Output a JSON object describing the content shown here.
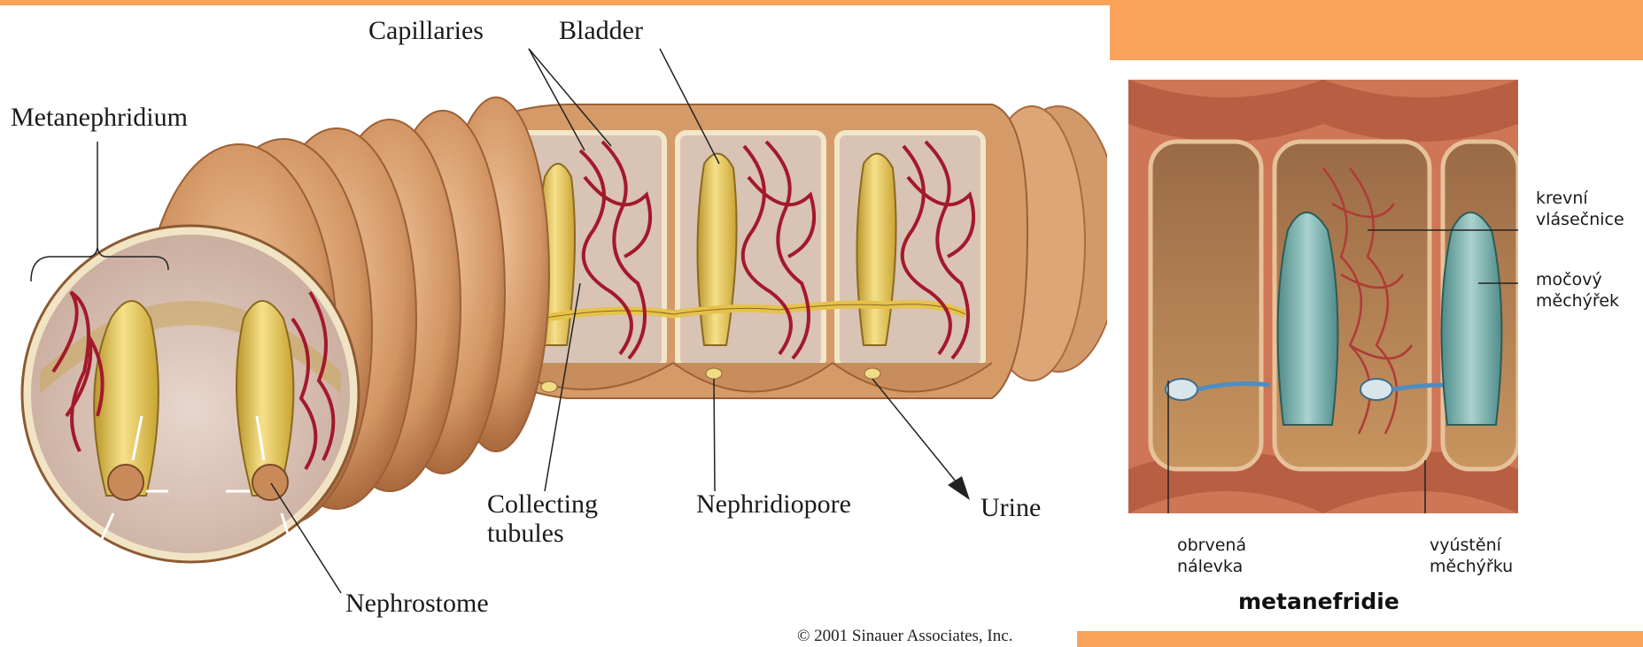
{
  "left_figure": {
    "labels": {
      "capillaries": "Capillaries",
      "bladder": "Bladder",
      "metanephridium": "Metanephridium",
      "collecting_tubules": "Collecting\ntubules",
      "nephridiopore": "Nephridiopore",
      "urine": "Urine",
      "nephrostome": "Nephrostome"
    },
    "copyright": "© 2001 Sinauer Associates, Inc."
  },
  "right_figure": {
    "title": "metanefridie",
    "labels": {
      "krevni": "krevní\nvlásečnice",
      "mocovy": "močový\nměchýřek",
      "obrvena": "obrvená\nnálevka",
      "vyusteni": "vyústění\nměchýřku"
    }
  },
  "colors": {
    "accent": "#f9a25a",
    "worm_body": "#d9a070",
    "worm_shadow": "#b27446",
    "nephridium": "#e8c84a",
    "capillary": "#a3192b",
    "right_bg_red": "#c96a4a",
    "right_nephridium": "#7fb3b0"
  }
}
